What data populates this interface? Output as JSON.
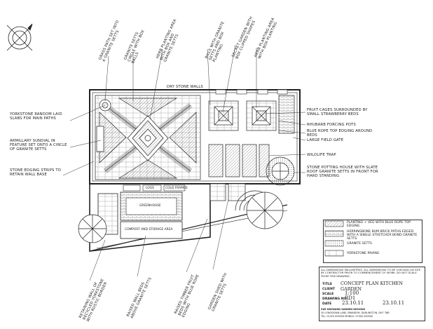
{
  "labels": {
    "top_1": "Grass path set into a granite setts",
    "top_2": "Granite setts circle with box balls",
    "top_3": "Herb planting area with box and granite setts",
    "top_4": "Rills with granite setts and box planting",
    "top_5": "Secret garden with box clipped shapes",
    "top_6": "Herb planting area with box planting",
    "wall_top": "Dry stone walls",
    "left_1": "Yorkstone random laid slabs for main paths",
    "left_2": "Armillary sundial in feature set onto a circle of granite setts",
    "left_3": "Stone edging strips to retain wall base",
    "right_1": "Fruit cages surrounded by small strawberry beds",
    "right_2": "Rhubarb forcing pots",
    "right_3": "Blue rope top edging around beds",
    "right_4": "Large field gate",
    "right_5": "Wildlife trap",
    "right_6": "Stone potting house with slate roof granite setts in front for hard standing",
    "bottom_1": "Retaining wall of recycled yorkstone with rustic border",
    "bottom_2": "Raised wall beds above granite setts",
    "bottom_3": "Raised timber fruit beds with blue rope edging",
    "bottom_4": "Garden shed with granite setts",
    "greenhouse": "Greenhouse",
    "storage": "Compost and storage area",
    "cold_frames": "Cold frames",
    "logs": "Logs"
  },
  "legend": {
    "rows": [
      {
        "text": "Planting + veg with blue rope top edging"
      },
      {
        "text": "Herringbone bum brick paths edged with a single stretcher bond granite setts"
      },
      {
        "text": "Granite setts"
      },
      {
        "text": "Yorkstone paving"
      }
    ]
  },
  "titleblock": {
    "note": "All dimensions millimetres. All dimensions to be checked on site by contractor prior to commencement of work. Do not scale from this drawing.",
    "title_key": "Title",
    "title_value": "Concept plan kitchen garden",
    "client_key": "Client",
    "scale_key": "Scale",
    "scale_value": "1:100",
    "drawing_key": "Drawing No.",
    "drawing_value": "RD1",
    "date_key": "Date",
    "date_value": "23.10.11",
    "date_value_2": "23.10.11",
    "firm": "Sue Hayward Garden Designs",
    "address": "50 Longdown Lane, Brandon, Darlington, DH7 7BB",
    "contact": "Tel: 01325 000000 Mobile: 07000 000000"
  }
}
